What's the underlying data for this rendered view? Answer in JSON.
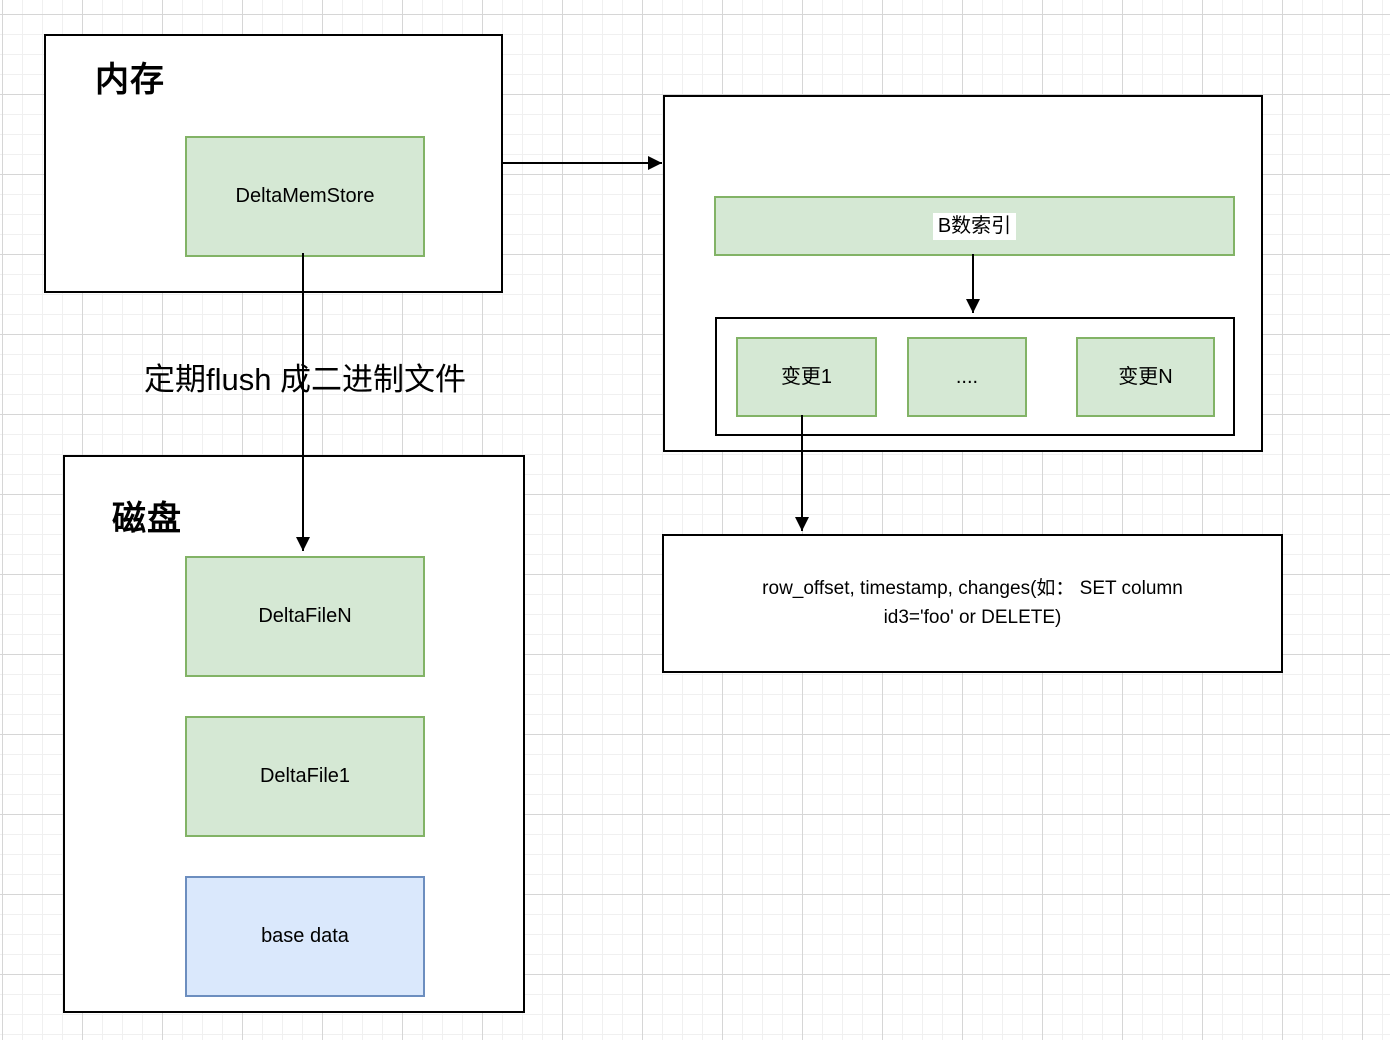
{
  "memory_group": {
    "title": "内存",
    "nodes": {
      "delta_mem_store": "DeltaMemStore"
    }
  },
  "flush_label": "定期flush 成二进制文件",
  "disk_group": {
    "title": "磁盘",
    "nodes": {
      "delta_file_n": "DeltaFileN",
      "delta_file_1": "DeltaFile1",
      "base_data": "base data"
    }
  },
  "index_group": {
    "btree_index": "B数索引",
    "changes": {
      "change_1": "变更1",
      "ellipsis": "....",
      "change_n": "变更N"
    }
  },
  "record_box": {
    "lines": [
      "row_offset, timestamp, changes(如： SET column",
      "id3='foo' or DELETE)"
    ]
  },
  "colors": {
    "box_fill_green": "#d5e8d4",
    "box_border_green": "#82b366",
    "box_fill_blue": "#dae8fc",
    "box_border_blue": "#6c8ebf",
    "container_border": "#000000",
    "arrow": "#000000"
  }
}
